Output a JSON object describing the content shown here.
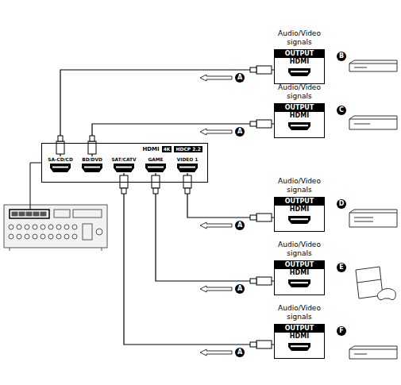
{
  "diagram": {
    "nodes": [
      {
        "text": [
          "HDMI",
          "4K",
          "HDCP 2.2"
        ]
      },
      {
        "text": [
          "SA-CD/CD"
        ],
        "in": 0
      },
      {
        "text": [
          "BD/DVD"
        ],
        "in": 0
      },
      {
        "text": [
          "SAT/CATV"
        ],
        "in": 0
      },
      {
        "text": [
          "GAME"
        ],
        "in": 0
      },
      {
        "text": [
          "VIDEO 1"
        ],
        "in": 0
      },
      {
        "text": [
          "OUTPUT",
          "HDMI"
        ]
      },
      {
        "text": [
          "OUTPUT",
          "HDMI"
        ]
      },
      {
        "text": [
          "OUTPUT",
          "HDMI"
        ]
      },
      {
        "text": [
          "OUTPUT",
          "HDMI"
        ]
      },
      {
        "text": [
          "OUTPUT",
          "HDMI"
        ]
      }
    ],
    "edges": [
      {
        "from": 6,
        "to": 1,
        "arrow": "none"
      },
      {
        "from": 7,
        "to": 2,
        "arrow": "none"
      },
      {
        "from": 8,
        "to": 5,
        "arrow": "none"
      },
      {
        "from": 9,
        "to": 4,
        "arrow": "none"
      },
      {
        "from": 10,
        "to": 3,
        "arrow": "none"
      }
    ],
    "labels": [
      "Audio/Video signals",
      "Audio/Video signals",
      "Audio/Video signals",
      "Audio/Video signals",
      "Audio/Video signals",
      "A",
      "A",
      "A",
      "A",
      "A",
      "B",
      "C",
      "D",
      "E",
      "F"
    ]
  }
}
